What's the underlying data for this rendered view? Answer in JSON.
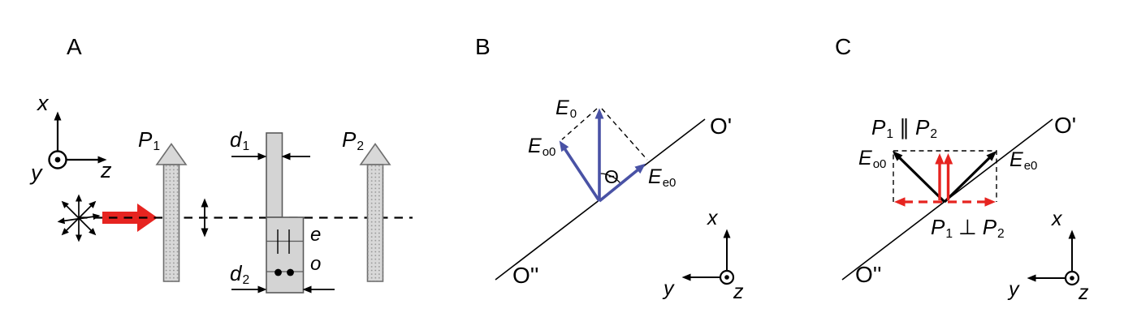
{
  "colors": {
    "red": "#e62420",
    "blue": "#4952a5",
    "crystal_fill": "#d4d4d4",
    "polarizer_fill": "#d8d8d8",
    "outline_gray": "#6e6e6e",
    "ink": "#000000"
  },
  "a": {
    "panel_label": "A",
    "axis_x": "x",
    "axis_y": "y",
    "axis_z": "z",
    "p1_main": "P",
    "p1_sub": "1",
    "p2_main": "P",
    "p2_sub": "2",
    "d1_main": "d",
    "d1_sub": "1",
    "d2_main": "d",
    "d2_sub": "2",
    "e_label": "e",
    "o_label": "o"
  },
  "b": {
    "panel_label": "B",
    "o_prime": "O'",
    "o_double_prime": "O''",
    "e0_main": "E",
    "e0_sub": "0",
    "eo0_main": "E",
    "eo0_sub": "o0",
    "ee0_main": "E",
    "ee0_sub": "e0",
    "theta": "Θ",
    "axis_x": "x",
    "axis_y": "y",
    "axis_z": "z"
  },
  "c": {
    "panel_label": "C",
    "o_prime": "O'",
    "o_double_prime": "O''",
    "eo0_main": "E",
    "eo0_sub": "o0",
    "ee0_main": "E",
    "ee0_sub": "e0",
    "par_p1_main": "P",
    "par_p1_sub": "1",
    "par_op": "∥",
    "par_p2_main": "P",
    "par_p2_sub": "2",
    "perp_p1_main": "P",
    "perp_p1_sub": "1",
    "perp_op": "⊥",
    "perp_p2_main": "P",
    "perp_p2_sub": "2",
    "axis_x": "x",
    "axis_y": "y",
    "axis_z": "z"
  }
}
